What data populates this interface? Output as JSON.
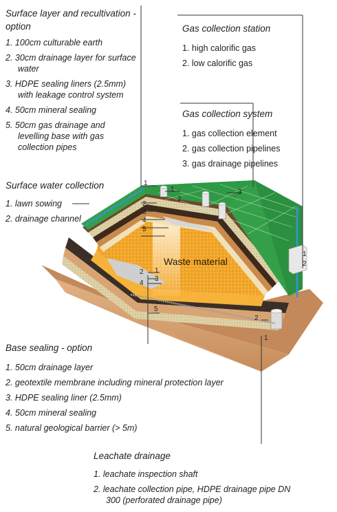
{
  "surface_layer": {
    "title": "Surface layer and recultivation - option",
    "items": [
      "1. 100cm culturable earth",
      "2. 30cm drainage layer  for surface water",
      "3. HDPE sealing liners (2.5mm) with leakage control system",
      "4. 50cm mineral sealing",
      "5. 50cm gas drainage and levelling  base with gas collection pipes"
    ]
  },
  "surface_water": {
    "title": "Surface water collection",
    "items": [
      "1. lawn sowing",
      "2. drainage channel"
    ]
  },
  "gas_station": {
    "title": "Gas collection station",
    "items": [
      "1. high calorific gas",
      "2. low calorific gas"
    ]
  },
  "gas_system": {
    "title": "Gas collection system",
    "items": [
      "1. gas collection element",
      "2. gas collection pipelines",
      "3. gas drainage pipelines"
    ]
  },
  "base_sealing": {
    "title": "Base sealing - option",
    "items": [
      "1. 50cm drainage layer",
      "2. geotextile membrane including mineral protection layer",
      "3. HDPE sealing liner  (2.5mm)",
      "4. 50cm mineral sealing",
      "5. natural geological barrier (> 5m)"
    ]
  },
  "leachate": {
    "title": "Leachate drainage",
    "items": [
      "1.  leachate inspection shaft",
      "2. leachate collection pipe, HDPE drainage pipe DN 300 (perforated drainage pipe)"
    ]
  },
  "waste_label": "Waste material",
  "callouts": {
    "surface": [
      "1",
      "2",
      "3",
      "4",
      "5"
    ],
    "water": [
      "1",
      "2"
    ],
    "gas_system": [
      "1",
      "2",
      "3"
    ],
    "station": [
      "1",
      "2"
    ],
    "base": [
      "2",
      "1",
      "3",
      "4",
      "5"
    ],
    "leachate": [
      "2",
      "1"
    ]
  },
  "colors": {
    "grass": "#2f9a45",
    "grass_dark": "#1d6e30",
    "waste": "#f2a62a",
    "gravel": "#d8c79a",
    "soil": "#d9a473",
    "soil_dark": "#b9824f",
    "liner": "#2b2622",
    "drain_blue": "#3a8fd9"
  }
}
